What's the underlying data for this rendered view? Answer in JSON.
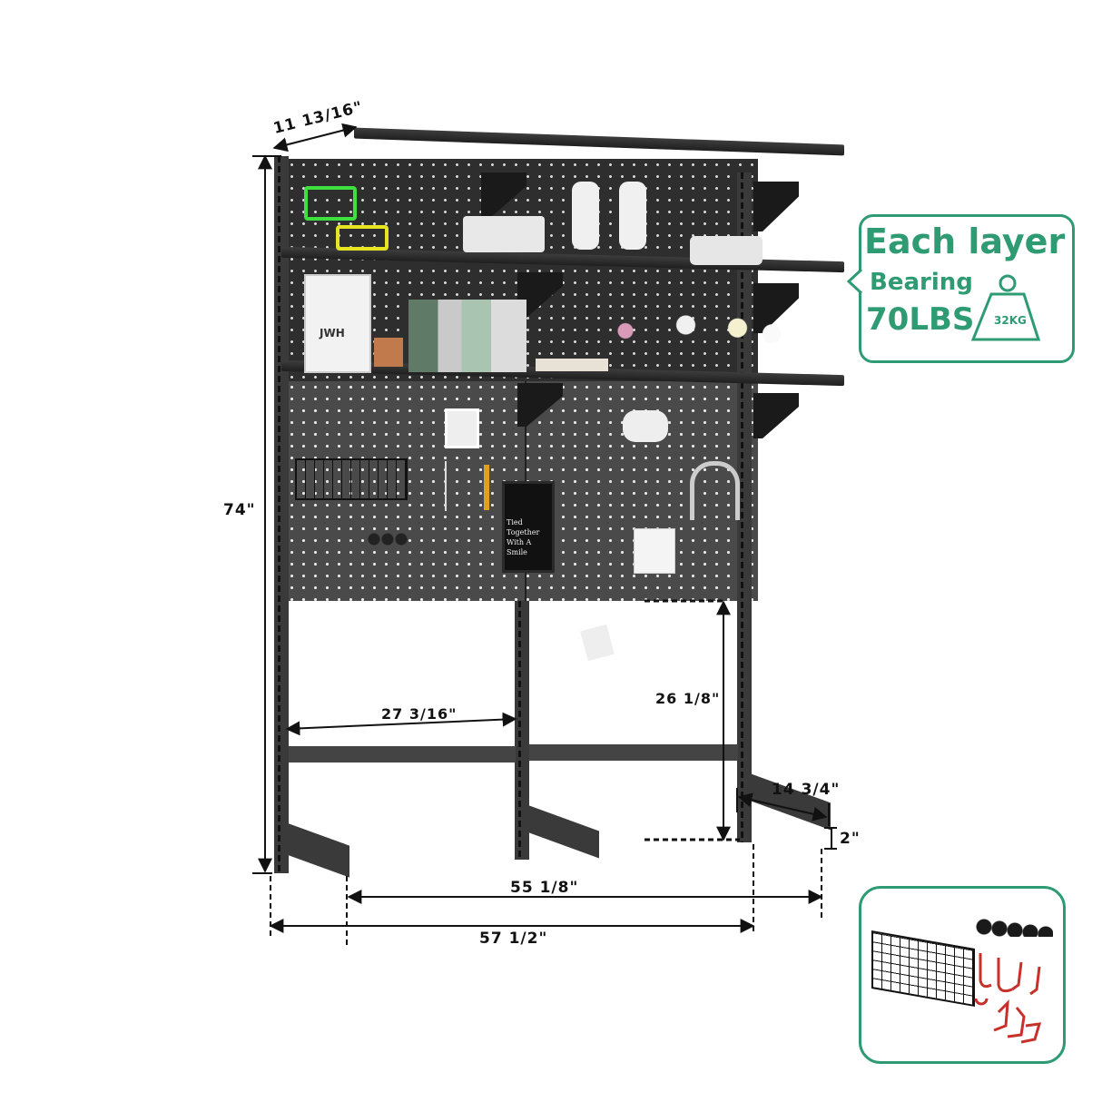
{
  "product": {
    "type": "pegboard shelving unit with 3 shelves and stand",
    "colors": {
      "frame": "#3a3a3a",
      "pegboard": "#4a4a4a",
      "accent_green": "#2e9b72",
      "hook_red": "#c8302a"
    }
  },
  "dimensions": {
    "depth_top": "11 13/16\"",
    "total_height": "74\"",
    "bay_width": "27 3/16\"",
    "clearance_height": "26 1/8\"",
    "foot_depth": "14 3/4\"",
    "foot_height": "2\"",
    "inner_width": "55 1/8\"",
    "outer_width": "57 1/2\""
  },
  "load_card": {
    "line1": "Each layer",
    "line2": "Bearing",
    "line3": "70LBS",
    "weight_label": "32KG",
    "icon": "weight-icon"
  },
  "accessories_card": {
    "items": [
      "wire-basket",
      "black-peg-knobs",
      "red-pegboard-hooks"
    ]
  },
  "board_items": {
    "chalkboard_text": "Tied Together With A Smile",
    "frame_logo": "JWH"
  }
}
